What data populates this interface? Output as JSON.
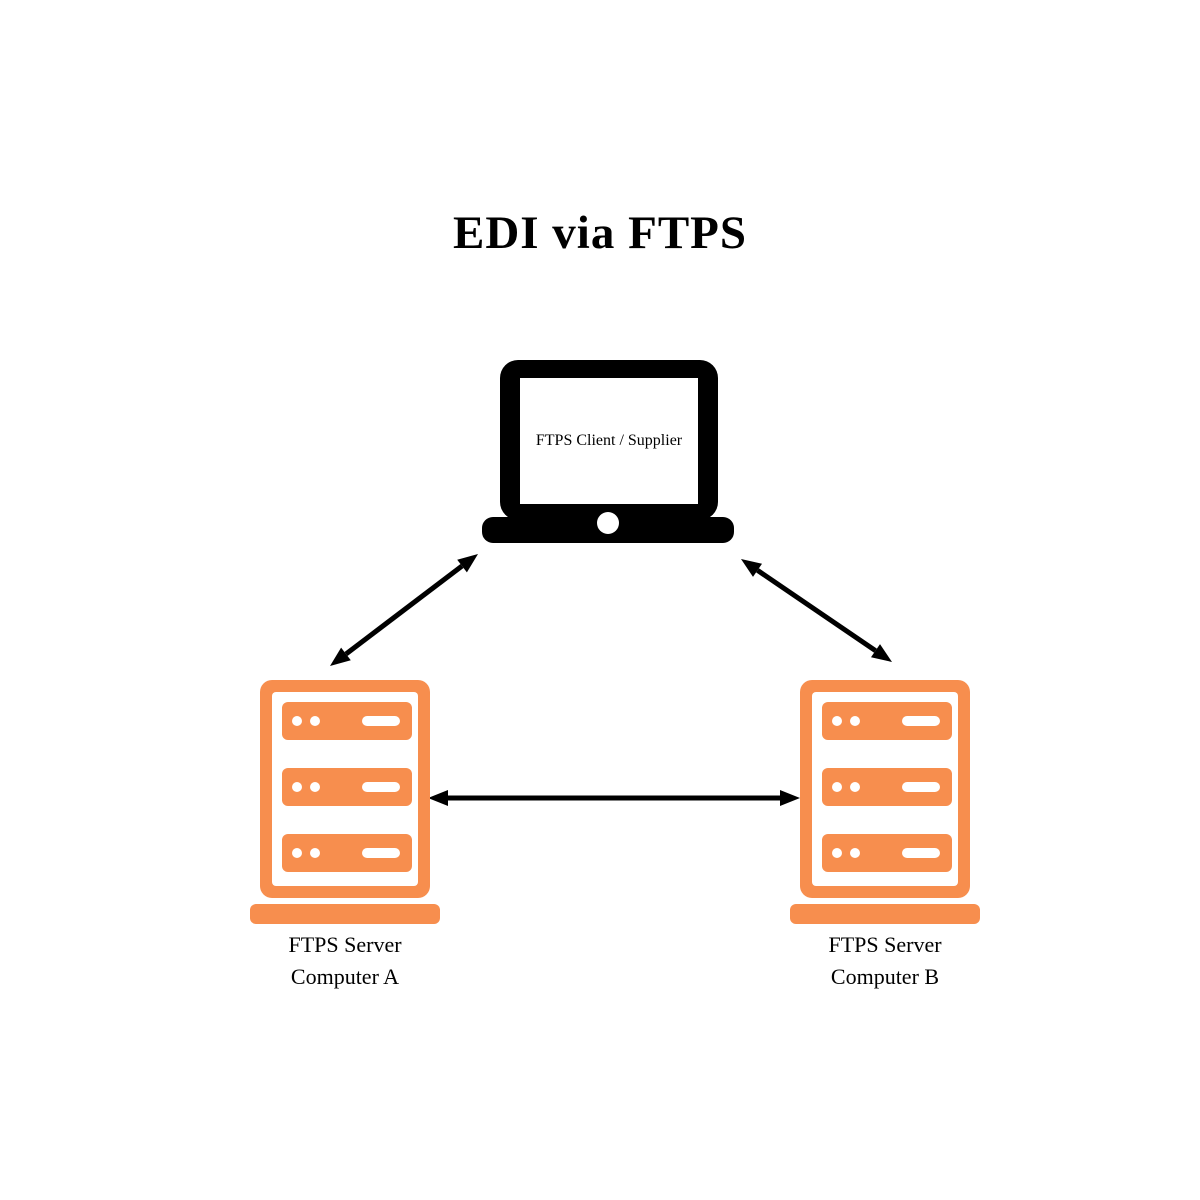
{
  "title": "EDI via FTPS",
  "colors": {
    "accent": "#F78E4E",
    "ink": "#000000",
    "bg": "#FFFFFF"
  },
  "client": {
    "label": "FTPS Client / Supplier"
  },
  "servers": {
    "a": {
      "name_line1": "FTPS Server",
      "name_line2": "Computer A"
    },
    "b": {
      "name_line1": "FTPS Server",
      "name_line2": "Computer B"
    }
  },
  "connections": [
    {
      "from": "FTPS Client / Supplier",
      "to": "FTPS Server Computer A",
      "type": "bidirectional"
    },
    {
      "from": "FTPS Client / Supplier",
      "to": "FTPS Server Computer B",
      "type": "bidirectional"
    },
    {
      "from": "FTPS Server Computer A",
      "to": "FTPS Server Computer B",
      "type": "bidirectional"
    }
  ]
}
